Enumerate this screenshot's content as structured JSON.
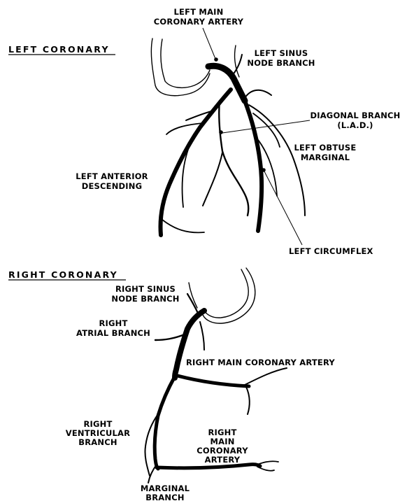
{
  "sections": {
    "left_title": "LEFT CORONARY",
    "right_title": "RIGHT CORONARY"
  },
  "left_labels": {
    "left_main_1": "LEFT MAIN",
    "left_main_2": "CORONARY ARTERY",
    "sinus_1": "LEFT SINUS",
    "sinus_2": "NODE BRANCH",
    "diagonal_1": "DIAGONAL BRANCH",
    "diagonal_2": "(L.A.D.)",
    "obtuse_1": "LEFT OBTUSE",
    "obtuse_2": "MARGINAL",
    "lad_1": "LEFT ANTERIOR",
    "lad_2": "DESCENDING",
    "circumflex": "LEFT CIRCUMFLEX"
  },
  "right_labels": {
    "sinus_1": "RIGHT SINUS",
    "sinus_2": "NODE BRANCH",
    "atrial_1": "RIGHT",
    "atrial_2": "ATRIAL BRANCH",
    "main_upper": "RIGHT MAIN CORONARY ARTERY",
    "ventricular_1": "RIGHT",
    "ventricular_2": "VENTRICULAR",
    "ventricular_3": "BRANCH",
    "main_lower_1": "RIGHT",
    "main_lower_2": "MAIN",
    "main_lower_3": "CORONARY",
    "main_lower_4": "ARTERY",
    "marginal_1": "MARGINAL",
    "marginal_2": "BRANCH"
  }
}
